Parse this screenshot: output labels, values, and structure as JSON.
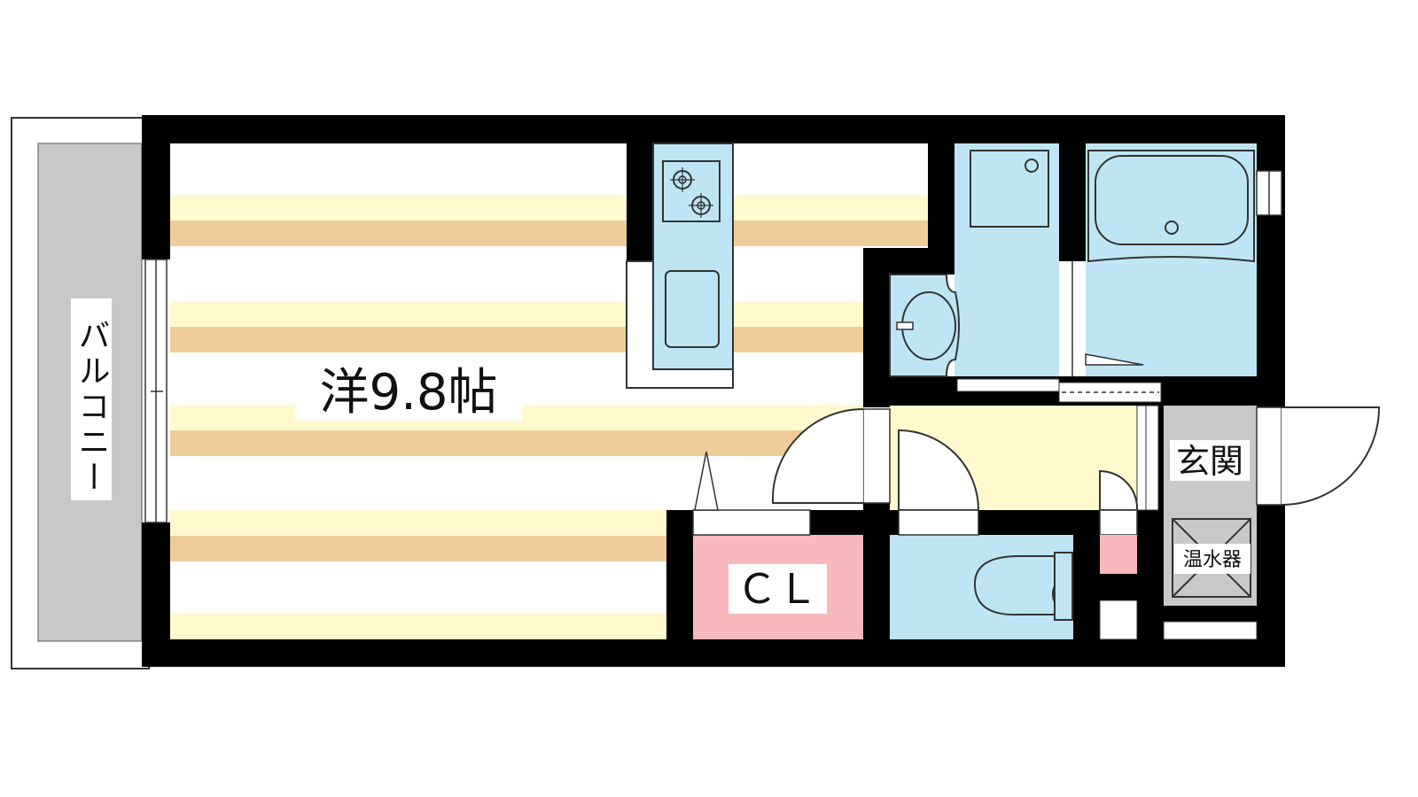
{
  "labels": {
    "balcony": "バルコニー",
    "western_room": "洋9.8帖",
    "closet": "ＣＬ",
    "entrance": "玄関",
    "water_heater": "温水器"
  },
  "colors": {
    "wall": "#000000",
    "floor_stripe_light": "#fffacd",
    "floor_stripe_dark": "#efcd99",
    "wet_area": "#bfe5f5",
    "closet": "#f7b9bb",
    "hall": "#fffacd",
    "balcony": "#c8c8c8",
    "entrance_floor": "#c8c8c8"
  }
}
